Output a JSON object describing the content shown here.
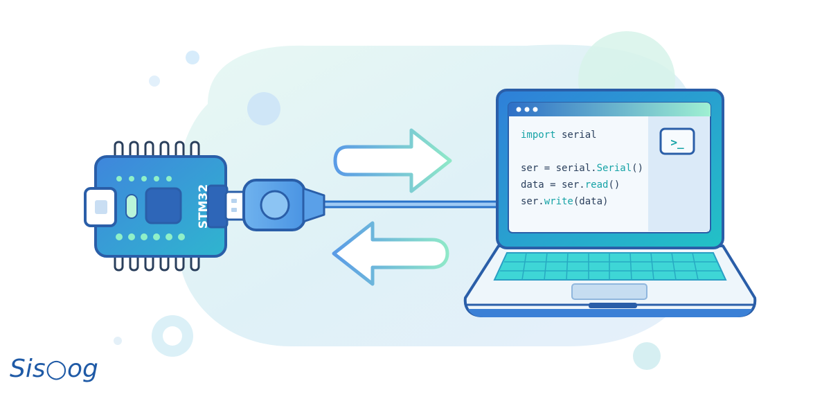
{
  "board": {
    "label": "STM32"
  },
  "code": {
    "lines": [
      [
        {
          "t": "import",
          "c": "#16a3a6"
        },
        {
          "t": " serial",
          "c": "#2a3f5c"
        }
      ],
      [],
      [
        {
          "t": "ser = serial.",
          "c": "#2a3f5c"
        },
        {
          "t": "Serial",
          "c": "#16a3a6"
        },
        {
          "t": "()",
          "c": "#2a3f5c"
        }
      ],
      [
        {
          "t": "data = ser.",
          "c": "#2a3f5c"
        },
        {
          "t": "read",
          "c": "#16a3a6"
        },
        {
          "t": "()",
          "c": "#2a3f5c"
        }
      ],
      [
        {
          "t": "ser.",
          "c": "#2a3f5c"
        },
        {
          "t": "write",
          "c": "#16a3a6"
        },
        {
          "t": "(data)",
          "c": "#2a3f5c"
        }
      ]
    ]
  },
  "terminal": {
    "glyph": ">_"
  },
  "brand": {
    "text": "Sis○og"
  },
  "colors": {
    "outline": "#2a73c9",
    "board_fill": "#3e8ee0",
    "led": "#8ff0c8",
    "teal": "#21c3c8",
    "keyboard": "#3ed6d6",
    "cloud": "#dff3f6"
  }
}
